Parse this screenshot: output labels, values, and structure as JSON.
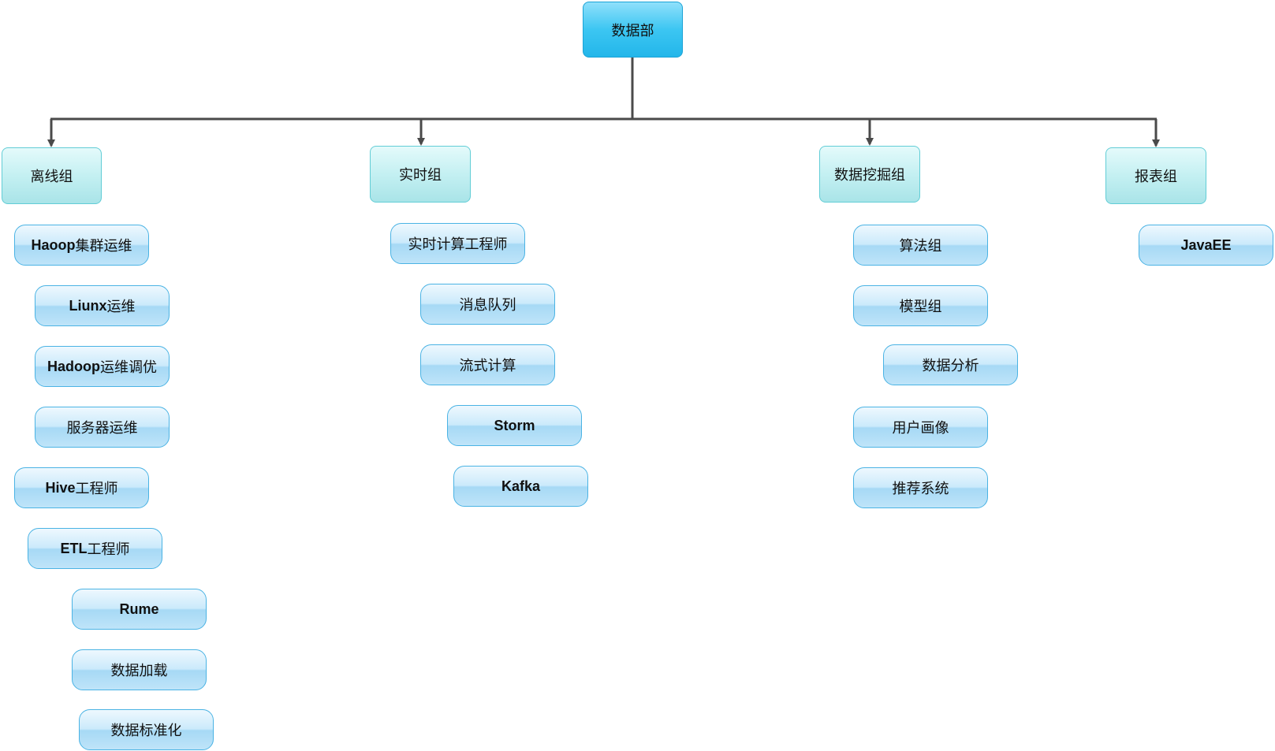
{
  "root": {
    "label": "数据部"
  },
  "groups": [
    {
      "label": "离线组"
    },
    {
      "label": "实时组"
    },
    {
      "label": "数据挖掘组"
    },
    {
      "label": "报表组"
    }
  ],
  "offline": [
    {
      "bold": "Haoop",
      "text": "集群运维"
    },
    {
      "bold": "Liunx",
      "text": "运维"
    },
    {
      "bold": "Hadoop",
      "text": "运维调优"
    },
    {
      "bold": "",
      "text": "服务器运维"
    },
    {
      "bold": "Hive",
      "text": "工程师"
    },
    {
      "bold": "ETL",
      "text": "工程师"
    },
    {
      "bold": "Rume",
      "text": ""
    },
    {
      "bold": "",
      "text": "数据加载"
    },
    {
      "bold": "",
      "text": "数据标准化"
    }
  ],
  "realtime": [
    {
      "bold": "",
      "text": "实时计算工程师"
    },
    {
      "bold": "",
      "text": "消息队列"
    },
    {
      "bold": "",
      "text": "流式计算"
    },
    {
      "bold": "Storm",
      "text": ""
    },
    {
      "bold": "Kafka",
      "text": ""
    }
  ],
  "mining": [
    {
      "bold": "",
      "text": "算法组"
    },
    {
      "bold": "",
      "text": "模型组"
    },
    {
      "bold": "",
      "text": "数据分析"
    },
    {
      "bold": "",
      "text": "用户画像"
    },
    {
      "bold": "",
      "text": "推荐系统"
    }
  ],
  "report": [
    {
      "bold": "JavaEE",
      "text": ""
    }
  ],
  "colors": {
    "connector": "#4a4a4a",
    "root": "#23b6ea",
    "group": "#a9e4e8",
    "leaf": "#a6d9f5"
  }
}
